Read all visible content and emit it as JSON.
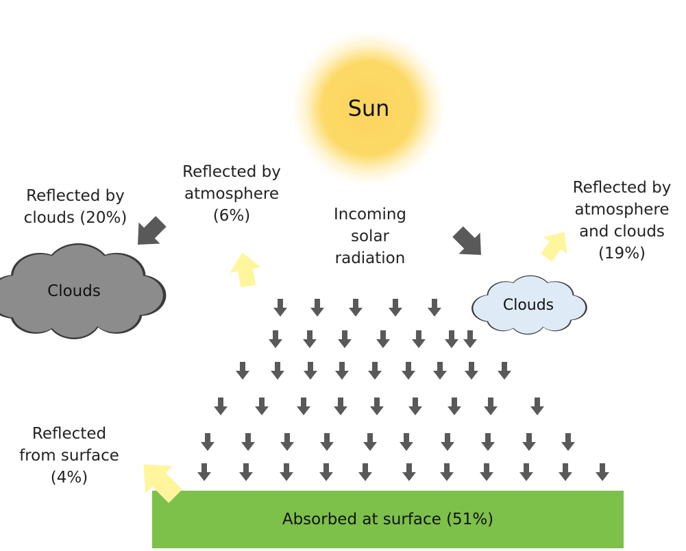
{
  "sun": {
    "label": "Sun"
  },
  "clouds": {
    "left_label": "Clouds",
    "right_label": "Clouds"
  },
  "incoming": {
    "lines": [
      "Incoming",
      "solar",
      "radiation"
    ]
  },
  "reflected_by_clouds": {
    "lines": [
      "Reflected by",
      "clouds (20%)"
    ],
    "percent": 20
  },
  "reflected_by_atmosphere": {
    "lines": [
      "Reflected by",
      "atmosphere",
      "(6%)"
    ],
    "percent": 6
  },
  "reflected_by_atmosphere_and_clouds": {
    "lines": [
      "Reflected by",
      "atmosphere",
      "and clouds",
      "(19%)"
    ],
    "percent": 19
  },
  "reflected_from_surface": {
    "lines": [
      "Reflected",
      "from surface",
      "(4%)"
    ],
    "percent": 4
  },
  "surface": {
    "label": "Absorbed at surface (51%)",
    "percent": 51
  },
  "colors": {
    "sun": "#FCD966",
    "sun_glow": "#FFF2CC",
    "dark_arrow": "#595959",
    "light_arrow": "#FFF59D",
    "cloud_dark": "#8C8C8C",
    "cloud_light": "#DEEBF7",
    "surface": "#7DC04A"
  }
}
